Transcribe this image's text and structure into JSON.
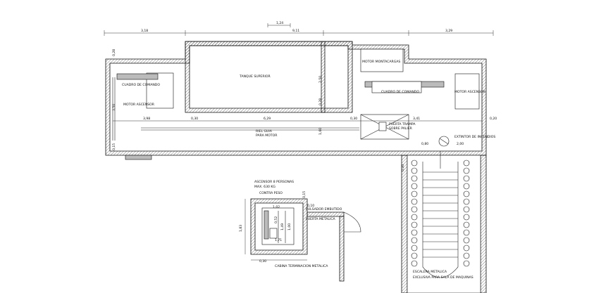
{
  "labels": {
    "tanque_superior": "TANQUE SUPERIOR",
    "motor_montacargas": "MOTOR MONTACARGAS",
    "cuadro_comando_left": "CUADRO DE COMANDO",
    "motor_ascensor_left": "MOTOR ASCENSOR",
    "cuadro_comando_right": "CUADRO DE COMANDO",
    "motor_ascensor_right": "MOTOR ASCENSOR",
    "riel_guia_1": "RIEL GUIA",
    "riel_guia_2": "PARA MOTOR",
    "puerta_trampa_1": "PUERTA TRAMPA",
    "puerta_trampa_2": "SOBRE PALIER",
    "extintor": "EXTINTOR DE INCENDIOS",
    "ascensor_1": "ASCENSOR 8 PERSONAS",
    "ascensor_2": "MAX. 630 KG",
    "contrapeso": "CONTRA PESO",
    "pulsador": "PULSADOR EMBUTIDO",
    "puerta_metalica": "PUERTA METALICA",
    "cabina": "CABINA TERMINACION METALICA",
    "escalera_1": "ESCALERA METALICA",
    "escalera_2": "EXCLUSIVA PARA SALA DE MAQUINAS"
  },
  "dims": {
    "d_124": "1,24",
    "d_318": "3,18",
    "d_911": "9,11",
    "d_329": "3,29",
    "d_028a": "0,28",
    "d_250": "2,50",
    "d_028b": "0,28",
    "d_350": "3,50",
    "d_398": "3,98",
    "d_030a": "0,30",
    "d_629": "6,29",
    "d_030b": "0,30",
    "d_341": "3,41",
    "d_020": "0,20",
    "d_160": "1,60",
    "d_015": "0,15",
    "d_080": "0,80",
    "d_200": "2,00",
    "d_030c": "0,30",
    "d_015b": "0,15",
    "d_102": "1,02",
    "d_052": "0,52",
    "d_183": "1,83",
    "d_100": "1,00",
    "d_149": "1,49",
    "d_171": "1,71",
    "d_010": "0,10",
    "d_030d": "0,30"
  }
}
